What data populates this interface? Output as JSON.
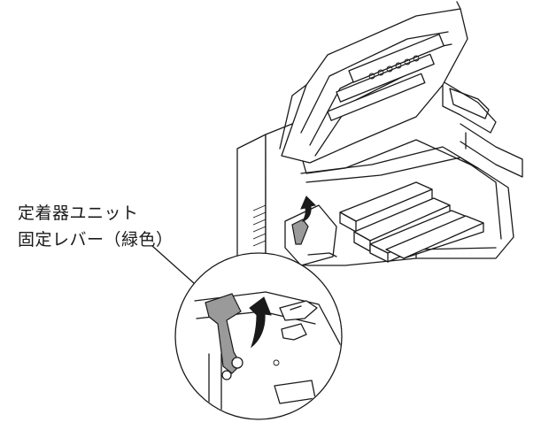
{
  "label": {
    "line1": "定着器ユニット",
    "line2": "固定レバー（緑色）"
  },
  "colors": {
    "ink": "#1a1a1a",
    "lever": "#9a9a9a",
    "background": "#ffffff"
  },
  "icons": [
    "printer-illustration",
    "lever-arrow-icon",
    "magnified-lever-detail"
  ]
}
